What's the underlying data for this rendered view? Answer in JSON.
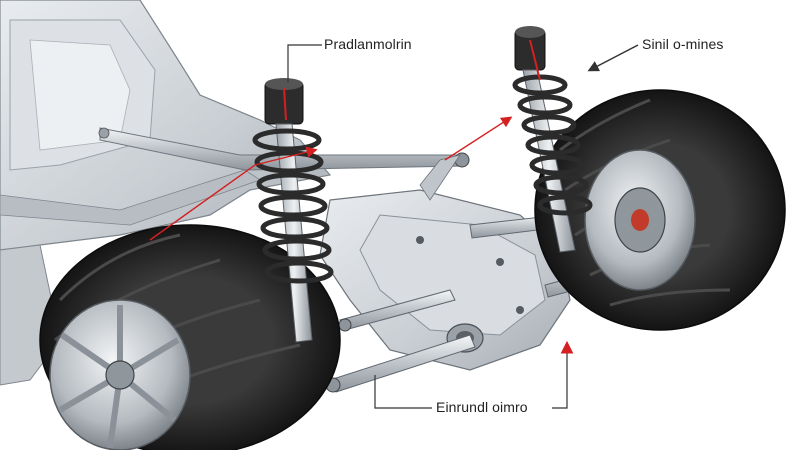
{
  "labels": {
    "top_left": "Pradlanmolrin",
    "top_right": "Sinil o-mines",
    "bottom": "Einrundl oimro"
  },
  "colors": {
    "background": "#ffffff",
    "chrome": "#c8ccd0",
    "tire": "#1e1e1e",
    "leader_line": "#333333",
    "arrow": "#d42020"
  }
}
